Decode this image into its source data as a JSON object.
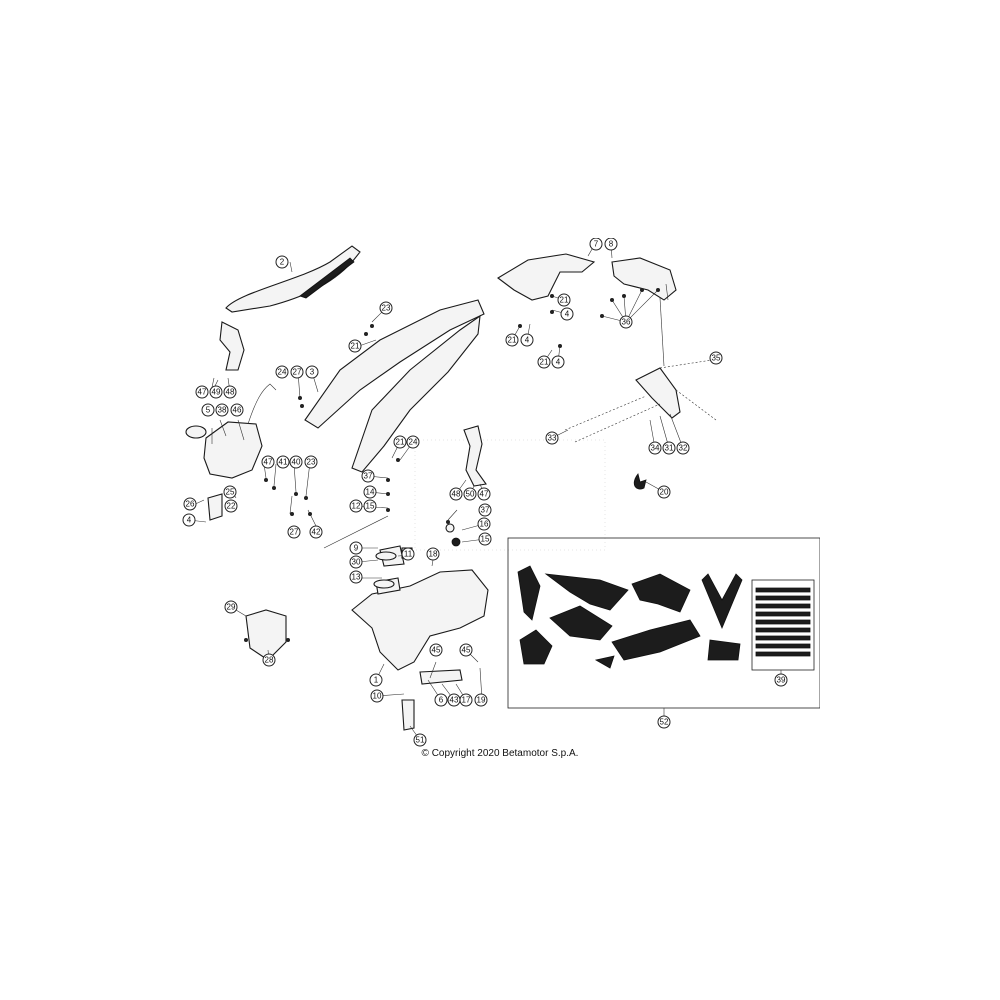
{
  "copyright": "© Copyright 2020 Betamotor S.p.A.",
  "callouts": [
    "1",
    "2",
    "3",
    "4",
    "5",
    "6",
    "7",
    "8",
    "9",
    "10",
    "11",
    "12",
    "13",
    "14",
    "15",
    "16",
    "17",
    "18",
    "19",
    "20",
    "21",
    "22",
    "23",
    "24",
    "25",
    "26",
    "27",
    "28",
    "29",
    "30",
    "31",
    "32",
    "33",
    "34",
    "35",
    "36",
    "37",
    "38",
    "39",
    "40",
    "41",
    "42",
    "43",
    "45",
    "46",
    "47",
    "48",
    "49",
    "50",
    "51",
    "52"
  ],
  "colors": {
    "line": "#1a1a1a",
    "fill": "#f4f4f4",
    "dark": "#1c1c1c",
    "background": "#ffffff"
  }
}
